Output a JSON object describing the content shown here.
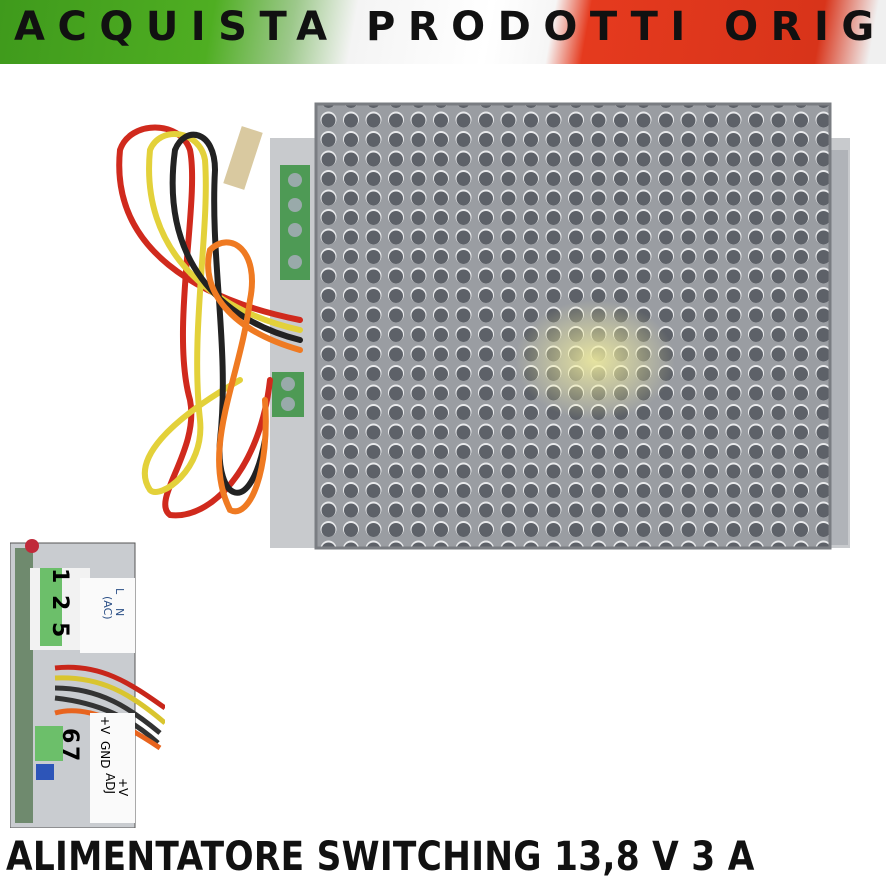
{
  "banner": {
    "text": "ACQUISTA PRODOTTI ORIGINALI",
    "colors": {
      "green": "#4fae22",
      "white": "#ffffff",
      "red": "#d8341a"
    }
  },
  "product": {
    "icon": "power-supply-metal-mesh-photo"
  },
  "inset": {
    "terminal_ac": [
      "1",
      "2",
      "5"
    ],
    "ac_label": {
      "l": "L",
      "n": "N",
      "ac": "(AC)"
    },
    "terminal_dc": [
      "6",
      "7"
    ],
    "dc_label": {
      "v": "+V",
      "gnd": "GND"
    },
    "adj_label": {
      "v": "+V",
      "adj": "ADJ"
    }
  },
  "caption": "ALIMENTATORE SWITCHING 13,8 V 3 A"
}
